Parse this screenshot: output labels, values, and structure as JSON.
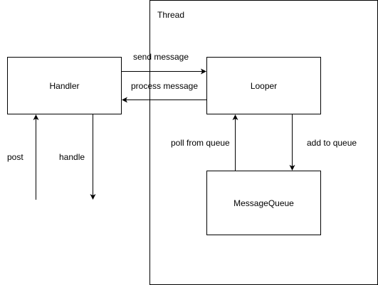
{
  "thread": {
    "label": "Thread"
  },
  "nodes": {
    "handler": "Handler",
    "looper": "Looper",
    "message_queue": "MessageQueue"
  },
  "edges": {
    "send_message": "send message",
    "process_message": "process message",
    "post": "post",
    "handle": "handle",
    "poll_from_queue": "poll from queue",
    "add_to_queue": "add to queue"
  }
}
